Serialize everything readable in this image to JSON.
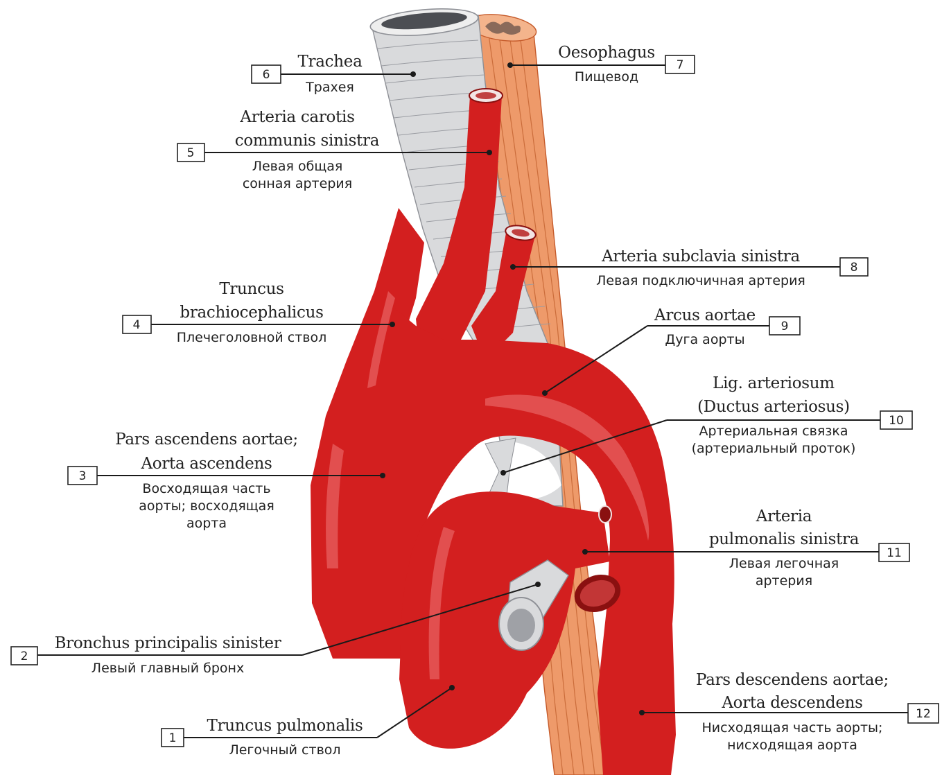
{
  "colors": {
    "artery": "#d31f1f",
    "artery_shadow": "#b01414",
    "esophagus": "#ee9a6a",
    "cartilage": "#d9dadc",
    "line": "#1a1a1a"
  },
  "labels": [
    {
      "number": "1",
      "latin": "Truncus pulmonalis",
      "russian": "Легочный ствол"
    },
    {
      "number": "2",
      "latin": "Bronchus principalis sinister",
      "russian": "Левый главный бронх"
    },
    {
      "number": "3",
      "latin": "Pars ascendens aortae; Aorta ascendens",
      "latin_lines": [
        "Pars ascendens aortae;",
        "Aorta ascendens"
      ],
      "russian": "Восходящая часть аорты; восходящая аорта",
      "russian_lines": [
        "Восходящая часть",
        "аорты; восходящая",
        "аорта"
      ]
    },
    {
      "number": "4",
      "latin": "Truncus brachiocephalicus",
      "latin_lines": [
        "Truncus",
        "brachiocephalicus"
      ],
      "russian": "Плечеголовной ствол"
    },
    {
      "number": "5",
      "latin": "Arteria carotis communis sinistra",
      "latin_lines": [
        "Arteria carotis",
        "communis sinistra"
      ],
      "russian": "Левая общая сонная артерия",
      "russian_lines": [
        "Левая общая",
        "сонная артерия"
      ]
    },
    {
      "number": "6",
      "latin": "Trachea",
      "russian": "Трахея"
    },
    {
      "number": "7",
      "latin": "Oesophagus",
      "russian": "Пищевод"
    },
    {
      "number": "8",
      "latin": "Arteria subclavia sinistra",
      "russian": "Левая подключичная артерия"
    },
    {
      "number": "9",
      "latin": "Arcus aortae",
      "russian": "Дуга аорты"
    },
    {
      "number": "10",
      "latin": "Lig. arteriosum (Ductus arteriosus)",
      "latin_lines": [
        "Lig. arteriosum",
        "(Ductus arteriosus)"
      ],
      "russian": "Артериальная связка (артериальный проток)",
      "russian_lines": [
        "Артериальная связка",
        "(артериальный проток)"
      ]
    },
    {
      "number": "11",
      "latin": "Arteria pulmonalis sinistra",
      "latin_lines": [
        "Arteria",
        "pulmonalis sinistra"
      ],
      "russian": "Левая легочная артерия",
      "russian_lines": [
        "Левая легочная",
        "артерия"
      ]
    },
    {
      "number": "12",
      "latin": "Pars descendens aortae; Aorta descendens",
      "latin_lines": [
        "Pars descendens aortae;",
        "Aorta descendens"
      ],
      "russian": "Нисходящая часть аорты; нисходящая аорта",
      "russian_lines": [
        "Нисходящая часть аорты;",
        "нисходящая аорта"
      ]
    }
  ]
}
